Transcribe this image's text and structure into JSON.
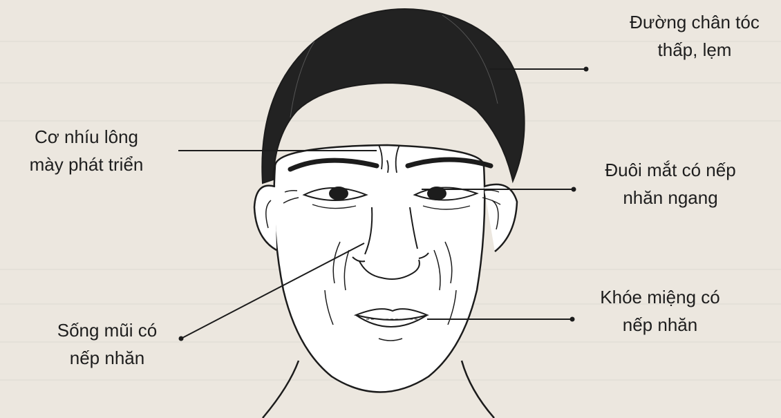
{
  "figure": {
    "labels": {
      "hairline": {
        "line1": "Đường chân tóc",
        "line2": "thấp, lẹm"
      },
      "brow": {
        "line1": "Cơ nhíu lông",
        "line2": "mày phát triển"
      },
      "eye": {
        "line1": "Đuôi mắt có nếp",
        "line2": "nhăn ngang"
      },
      "mouth": {
        "line1": "Khóe miệng có",
        "line2": "nếp nhăn"
      },
      "nose": {
        "line1": "Sống mũi có",
        "line2": "nếp nhăn"
      }
    }
  },
  "colors": {
    "paper": "#ece7df",
    "ink": "#1c1c1c",
    "hair": "#222222",
    "skin": "#ffffff"
  },
  "icons": {
    "face": "face-drawing-icon",
    "leader_dot": "dot-icon"
  }
}
